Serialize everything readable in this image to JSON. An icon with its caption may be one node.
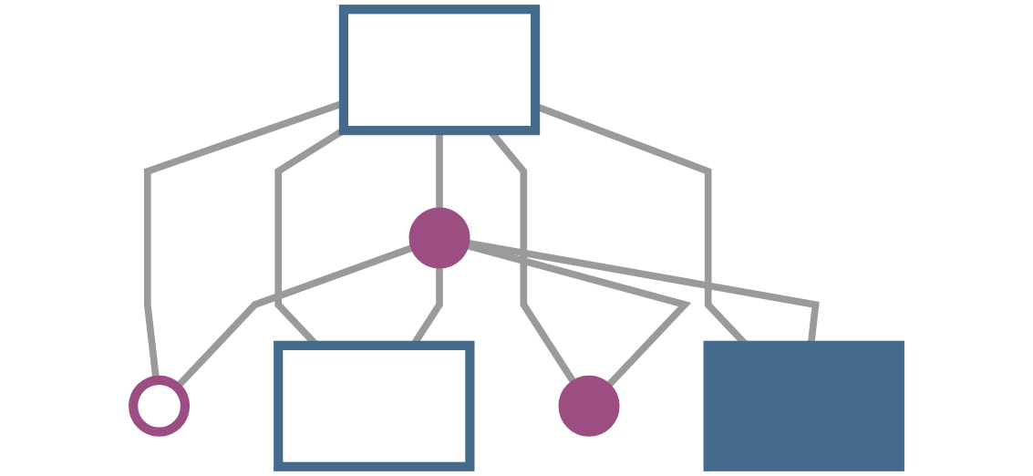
{
  "diagram": {
    "nodes": [
      {
        "text": [],
        "shape": "box"
      },
      {
        "text": [],
        "shape": "circle"
      },
      {
        "text": [],
        "shape": "circle"
      },
      {
        "text": [],
        "shape": "box"
      },
      {
        "text": [],
        "shape": "circle"
      },
      {
        "text": [],
        "shape": "box"
      }
    ],
    "edges": [
      {
        "from": 0,
        "to": 1,
        "arrow": "none"
      },
      {
        "from": 0,
        "to": 2,
        "arrow": "none"
      },
      {
        "from": 1,
        "to": 2,
        "arrow": "none"
      },
      {
        "from": 0,
        "to": 3,
        "arrow": "none"
      },
      {
        "from": 1,
        "to": 3,
        "arrow": "none"
      },
      {
        "from": 0,
        "to": 4,
        "arrow": "none"
      },
      {
        "from": 1,
        "to": 4,
        "arrow": "none"
      },
      {
        "from": 0,
        "to": 5,
        "arrow": "none"
      },
      {
        "from": 1,
        "to": 5,
        "arrow": "none"
      }
    ]
  }
}
